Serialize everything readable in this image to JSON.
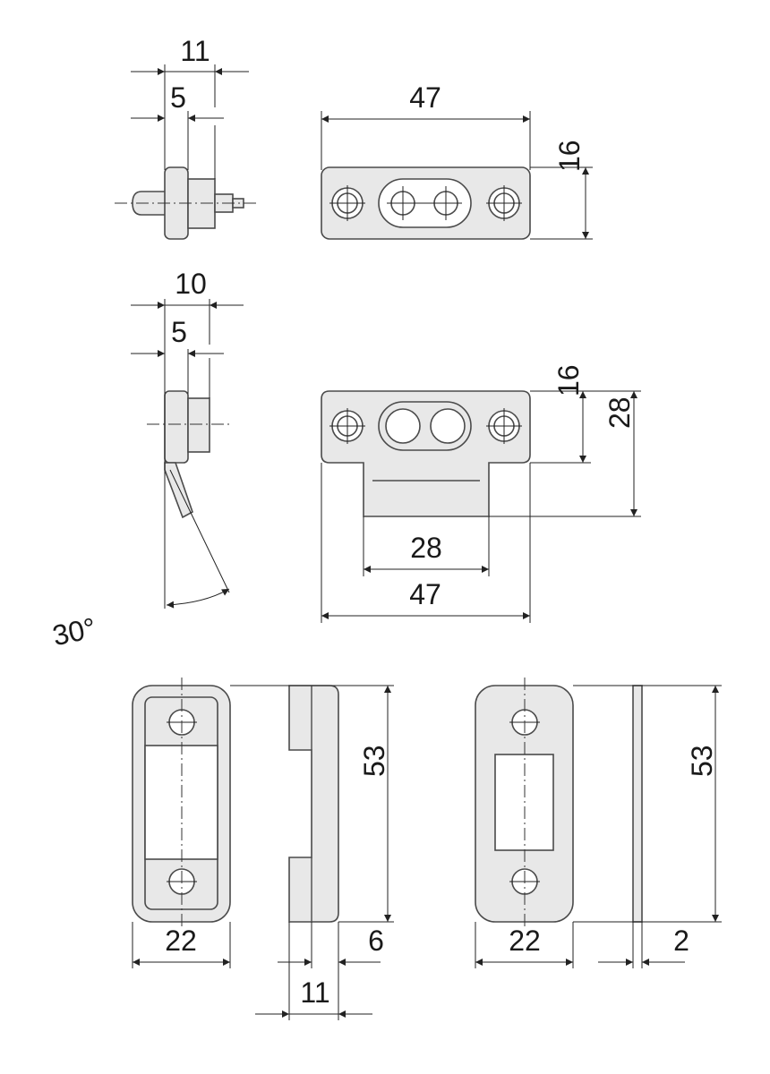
{
  "dimensions": {
    "striker_side_total_width": "11",
    "striker_side_pin_width": "5",
    "striker_front_width": "47",
    "striker_front_height": "16",
    "angled_side_total_width": "10",
    "angled_side_pin_width": "5",
    "angle": "30°",
    "angled_front_plate_height": "16",
    "angled_front_total_height": "28",
    "angled_front_tab_width": "28",
    "angled_front_width": "47",
    "box_keeper_width": "22",
    "box_keeper_height": "53",
    "box_keeper_depth": "6",
    "box_keeper_total_depth": "11",
    "flat_plate_width": "22",
    "flat_plate_height": "53",
    "flat_plate_thickness": "2"
  }
}
